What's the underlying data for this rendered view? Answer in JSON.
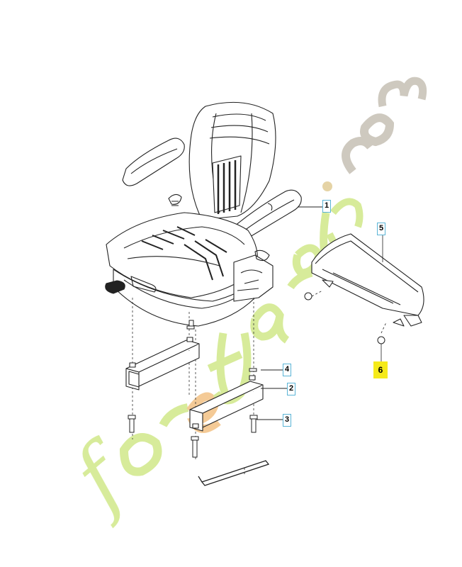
{
  "watermark": {
    "text_orange": "e",
    "text_parts": [
      "for",
      "e",
      "tjardin",
      ".com"
    ],
    "colors": {
      "green": "#c7e27a",
      "orange": "#f3c58b",
      "grey": "#c8c3b8",
      "brown": "#e3cf9b"
    }
  },
  "callouts": [
    {
      "id": "1",
      "label": "1",
      "highlight": false
    },
    {
      "id": "2",
      "label": "2",
      "highlight": false
    },
    {
      "id": "3",
      "label": "3",
      "highlight": false
    },
    {
      "id": "4",
      "label": "4",
      "highlight": false
    },
    {
      "id": "5",
      "label": "5",
      "highlight": false
    },
    {
      "id": "6",
      "label": "6",
      "highlight": true
    }
  ],
  "colors": {
    "line": "#222222",
    "callout_border": "#5ab4d6",
    "highlight": "#f5ea1a"
  }
}
